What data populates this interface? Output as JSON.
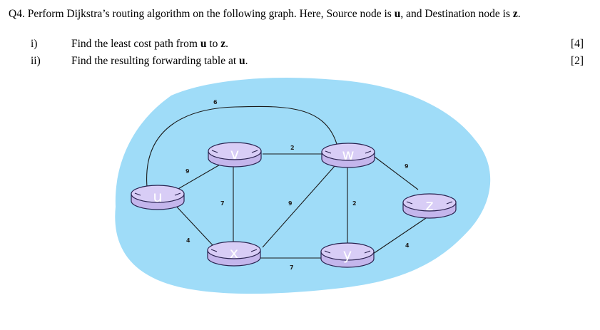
{
  "question": {
    "number": "Q4.",
    "text_before_u": "Perform Dijkstra’s routing algorithm on the following graph. Here, Source node is",
    "source": "u",
    "text_middle": ", and Destination node is",
    "destination": "z",
    "text_end": "."
  },
  "subquestions": [
    {
      "num": "i)",
      "text_before": "Find the least cost path from",
      "bold1": "u",
      "text_mid": "to",
      "bold2": "z",
      "text_after": ".",
      "marks": "[4]"
    },
    {
      "num": "ii)",
      "text_before": "Find the resulting forwarding table at",
      "bold1": "u",
      "text_after": ".",
      "marks": "[2]"
    }
  ],
  "graph": {
    "nodes": [
      "u",
      "v",
      "w",
      "x",
      "y",
      "z"
    ],
    "edges": [
      {
        "from": "u",
        "to": "w",
        "cost": "6"
      },
      {
        "from": "u",
        "to": "v",
        "cost": "9"
      },
      {
        "from": "u",
        "to": "x",
        "cost": "4"
      },
      {
        "from": "v",
        "to": "w",
        "cost": "2"
      },
      {
        "from": "v",
        "to": "x",
        "cost": "7"
      },
      {
        "from": "w",
        "to": "x",
        "cost": "9"
      },
      {
        "from": "w",
        "to": "y",
        "cost": "2"
      },
      {
        "from": "w",
        "to": "z",
        "cost": "9"
      },
      {
        "from": "x",
        "to": "y",
        "cost": "7"
      },
      {
        "from": "y",
        "to": "z",
        "cost": "4"
      }
    ],
    "colors": {
      "background_cloud": "#9fdcf8",
      "router": "#c4b6ec"
    }
  }
}
